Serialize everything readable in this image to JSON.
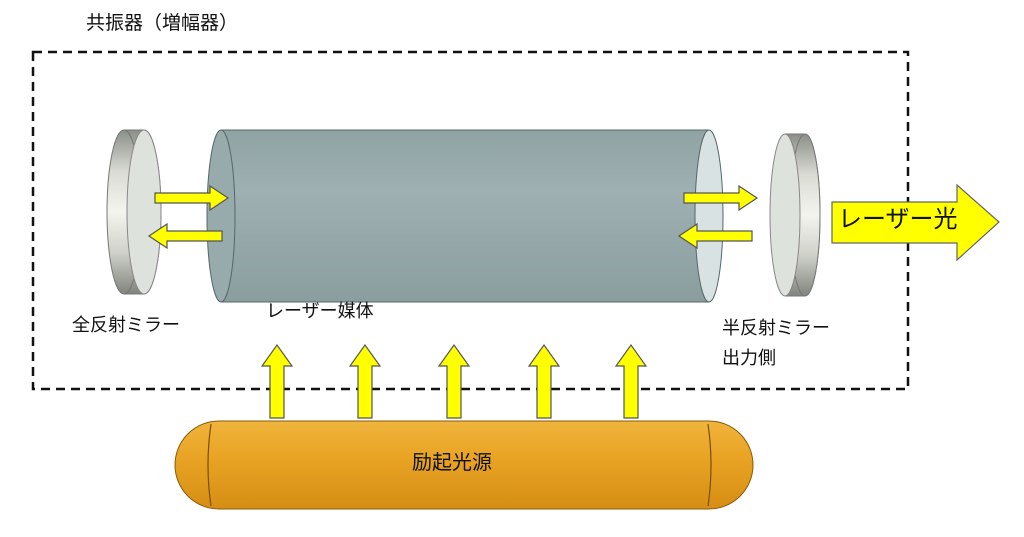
{
  "labels": {
    "resonator": "共振器（増幅器）",
    "full_mirror": "全反射ミラー",
    "laser_medium": "レーザー媒体",
    "half_mirror": "半反射ミラー",
    "output_side": "出力側",
    "pump_source": "励起光源",
    "laser_light": "レーザー光"
  },
  "colors": {
    "arrow_fill": "#ffff00",
    "arrow_stroke": "#555555",
    "medium_body": "#94a7aa",
    "pump_body": "#e9a425",
    "mirror_face": "#dde2dd",
    "dashed_box": "#111111"
  }
}
